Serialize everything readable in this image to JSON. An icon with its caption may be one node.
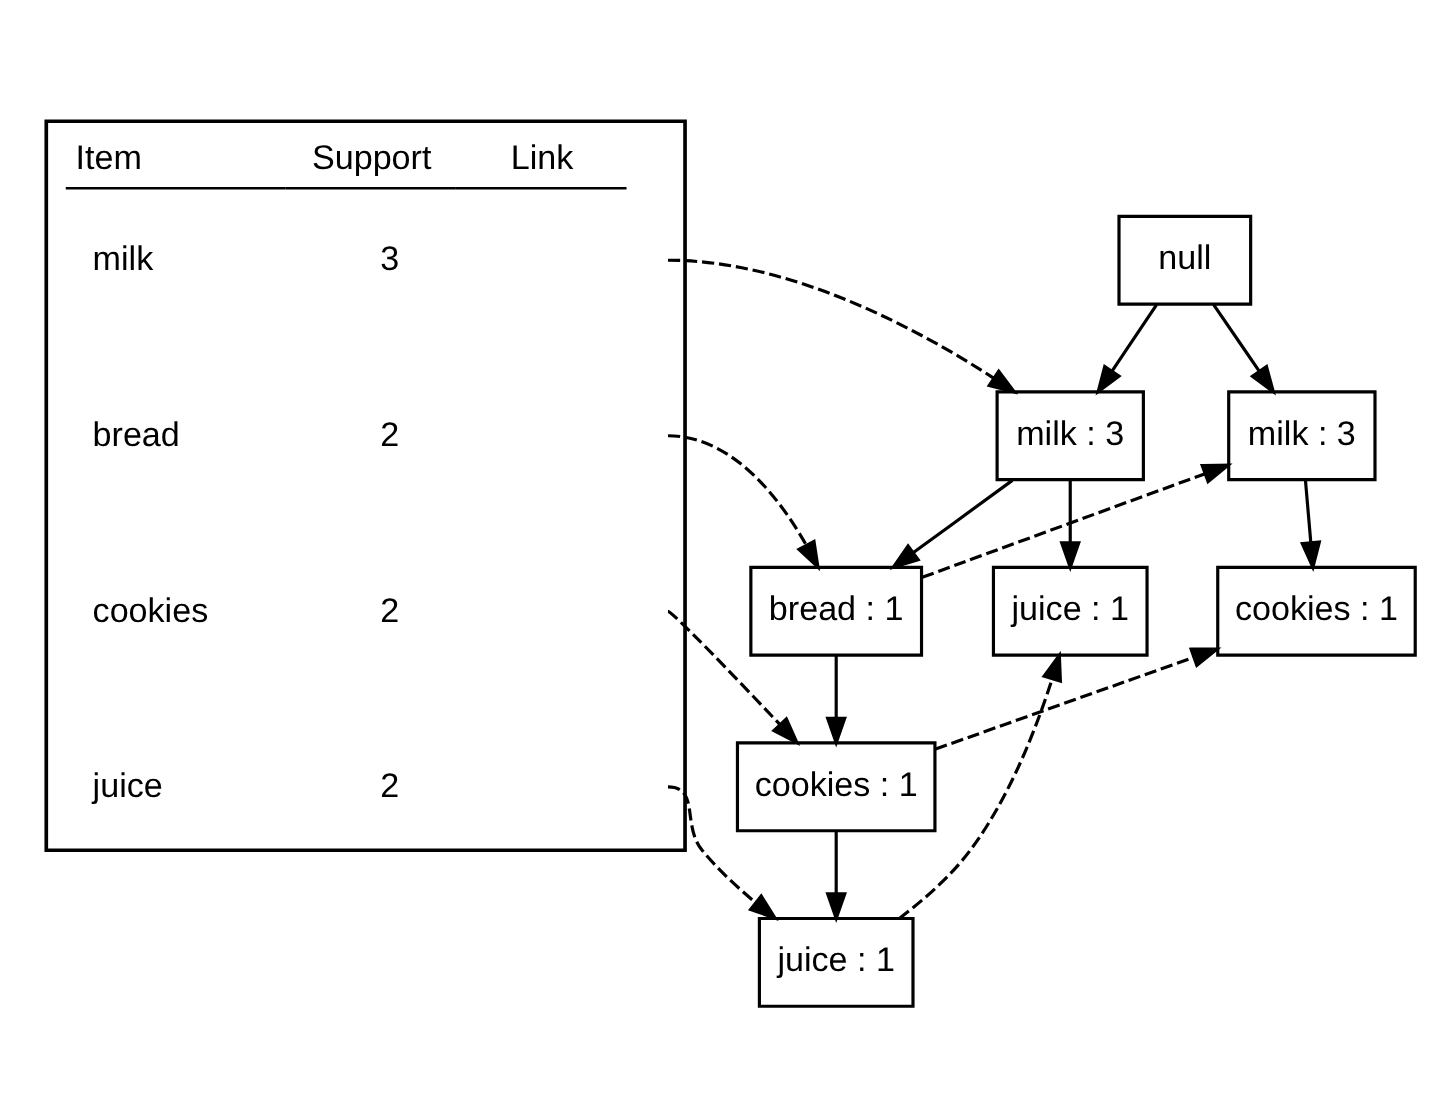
{
  "diagram": {
    "nodes": [
      {
        "text": [
          "Item",
          "Support",
          "Link"
        ]
      },
      {
        "text": [
          "milk",
          "3"
        ],
        "in": 0
      },
      {
        "text": [
          "bread",
          "2"
        ],
        "in": 0
      },
      {
        "text": [
          "cookies",
          "2"
        ],
        "in": 0
      },
      {
        "text": [
          "juice",
          "2"
        ],
        "in": 0
      },
      {
        "text": [
          "null"
        ]
      },
      {
        "text": [
          "milk : 3"
        ]
      },
      {
        "text": [
          "milk : 3"
        ]
      },
      {
        "text": [
          "bread : 1"
        ]
      },
      {
        "text": [
          "juice : 1"
        ]
      },
      {
        "text": [
          "cookies : 1"
        ]
      },
      {
        "text": [
          "cookies : 1"
        ]
      },
      {
        "text": [
          "juice : 1"
        ]
      }
    ],
    "edges": [
      {
        "from": 5,
        "to": 6,
        "arrow": "to"
      },
      {
        "from": 5,
        "to": 7,
        "arrow": "to"
      },
      {
        "from": 6,
        "to": 8,
        "arrow": "to"
      },
      {
        "from": 6,
        "to": 9,
        "arrow": "to"
      },
      {
        "from": 7,
        "to": 10,
        "arrow": "to"
      },
      {
        "from": 8,
        "to": 11,
        "arrow": "to"
      },
      {
        "from": 11,
        "to": 12,
        "arrow": "to"
      },
      {
        "from": 1,
        "to": 6,
        "arrow": "to",
        "style": "dashed"
      },
      {
        "from": 2,
        "to": 8,
        "arrow": "to",
        "style": "dashed"
      },
      {
        "from": 3,
        "to": 11,
        "arrow": "to",
        "style": "dashed"
      },
      {
        "from": 4,
        "to": 12,
        "arrow": "to",
        "style": "dashed"
      },
      {
        "from": 8,
        "to": 7,
        "arrow": "to",
        "style": "dashed"
      },
      {
        "from": 11,
        "to": 10,
        "arrow": "to",
        "style": "dashed"
      },
      {
        "from": 12,
        "to": 9,
        "arrow": "to",
        "style": "dashed"
      }
    ]
  }
}
